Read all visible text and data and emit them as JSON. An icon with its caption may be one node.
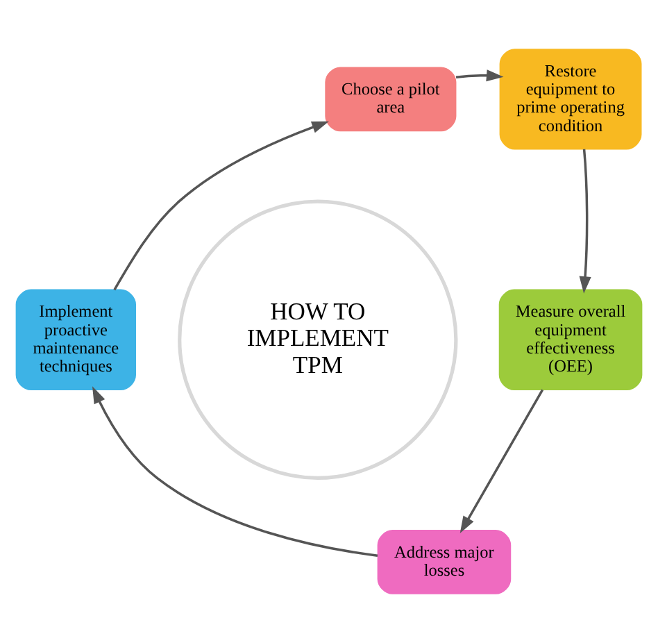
{
  "diagram": {
    "nodes": [
      {
        "text": [
          "Choose a pilot area"
        ]
      },
      {
        "text": [
          "Restore equipment to prime operating condition"
        ]
      },
      {
        "text": [
          "HOW TO IMPLEMENT TPM"
        ]
      },
      {
        "text": [
          "Implement proactive maintenance techniques"
        ]
      },
      {
        "text": [
          "Measure overall equipment effectiveness (OEE)"
        ]
      },
      {
        "text": [
          "Address major losses"
        ]
      }
    ],
    "edges": [
      {
        "from": 0,
        "to": 1,
        "arrow": "to"
      },
      {
        "from": 1,
        "to": 4,
        "arrow": "to"
      },
      {
        "from": 4,
        "to": 5,
        "arrow": "to"
      },
      {
        "from": 5,
        "to": 3,
        "arrow": "to"
      },
      {
        "from": 3,
        "to": 0,
        "arrow": "to"
      }
    ]
  }
}
